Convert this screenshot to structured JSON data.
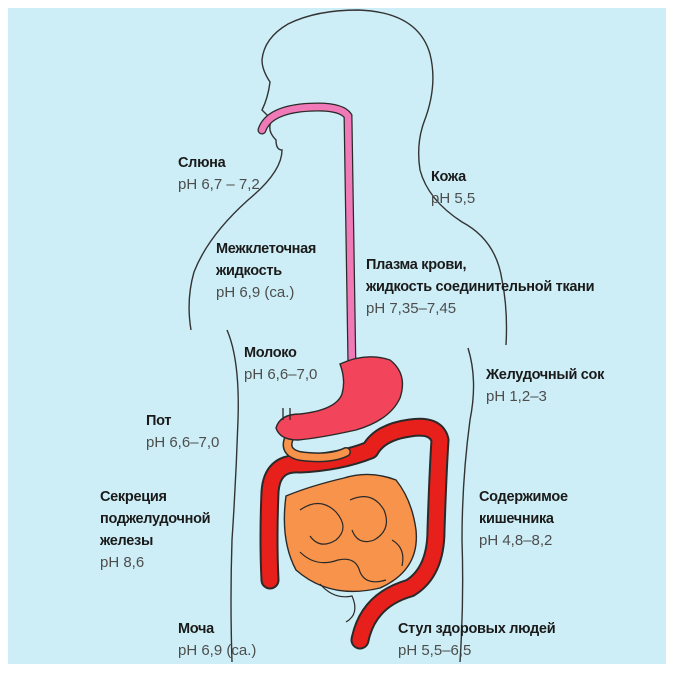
{
  "colors": {
    "background": "#cdeef6",
    "outline": "#333333",
    "esophagus": "#f07ab8",
    "stomach": "#f2445a",
    "large_intestine": "#e8201c",
    "small_intestine": "#f7934a"
  },
  "labels": {
    "saliva": {
      "name": "Слюна",
      "ph": "pH 6,7 – 7,2"
    },
    "skin": {
      "name": "Кожа",
      "ph": "pH 5,5"
    },
    "interstitial": {
      "name_line1": "Межклеточная",
      "name_line2": "жидкость",
      "ph": "pH 6,9 (ca.)"
    },
    "plasma": {
      "name_line1": "Плазма крови,",
      "name_line2": "жидкость соединительной ткани",
      "ph": "pH 7,35–7,45"
    },
    "milk": {
      "name": "Молоко",
      "ph": "pH 6,6–7,0"
    },
    "gastric": {
      "name": "Желудочный сок",
      "ph": "pH 1,2–3"
    },
    "sweat": {
      "name": "Пот",
      "ph": "pH 6,6–7,0"
    },
    "pancreas": {
      "name_line1": "Секреция",
      "name_line2": "поджелудочной",
      "name_line3": "железы",
      "ph": "pH 8,6"
    },
    "intestine": {
      "name_line1": "Содержимое",
      "name_line2": "кишечника",
      "ph": "pH 4,8–8,2"
    },
    "urine": {
      "name": "Моча",
      "ph": "pH 6,9 (ca.)"
    },
    "stool": {
      "name": "Стул здоровых людей",
      "ph": "pH 5,5–6,5"
    }
  }
}
